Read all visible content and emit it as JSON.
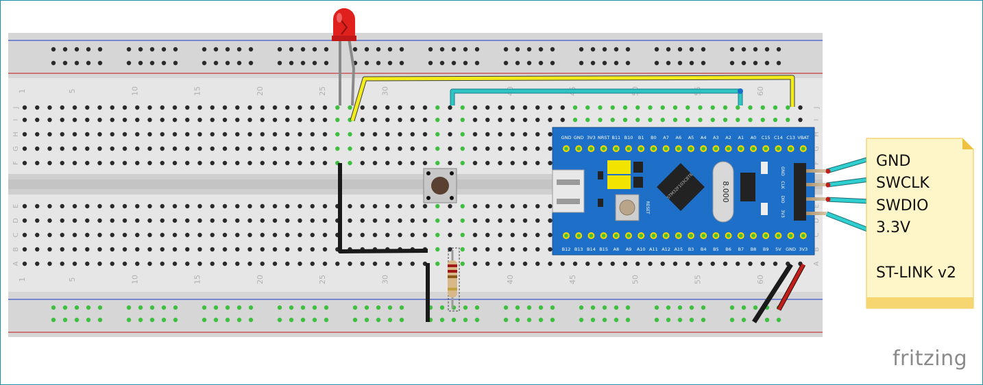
{
  "breadboard": {
    "column_labels": [
      "1",
      "5",
      "10",
      "15",
      "20",
      "25",
      "30",
      "40",
      "45",
      "50",
      "55",
      "60"
    ],
    "row_labels_top": [
      "J",
      "I",
      "H",
      "G",
      "F"
    ],
    "row_labels_bottom": [
      "E",
      "D",
      "C",
      "B",
      "A"
    ]
  },
  "board": {
    "top_pins": [
      "GND",
      "GND",
      "3V3",
      "NRST",
      "B11",
      "B10",
      "B1",
      "B0",
      "A7",
      "A6",
      "A5",
      "A4",
      "A3",
      "A2",
      "A1",
      "A0",
      "C15",
      "C14",
      "C13",
      "VBAT"
    ],
    "bottom_pins": [
      "B12",
      "B13",
      "B14",
      "B15",
      "A8",
      "A9",
      "A10",
      "A11",
      "A12",
      "A15",
      "B3",
      "B4",
      "B5",
      "B6",
      "B7",
      "B8",
      "B9",
      "5V",
      "GND",
      "3V3"
    ],
    "chip_label": "STM32F103C8T6",
    "crystal_label": "8.000",
    "reset_label": "RESET",
    "header_labels": [
      "GND",
      "CLK",
      "DIO",
      "3V3"
    ]
  },
  "note": {
    "lines": [
      "GND",
      "SWCLK",
      "SWDIO",
      "3.3V"
    ],
    "title": "ST-LINK v2"
  },
  "logo": "fritzing",
  "colors": {
    "wire_yellow": "#f2ec1d",
    "wire_cyan": "#2ec4c4",
    "wire_black": "#1a1a1a",
    "wire_red": "#c0201c",
    "board_blue": "#1e6fc8",
    "led_red": "#e0201c",
    "rail_blue": "#3b56c8",
    "rail_red": "#c8383a"
  }
}
